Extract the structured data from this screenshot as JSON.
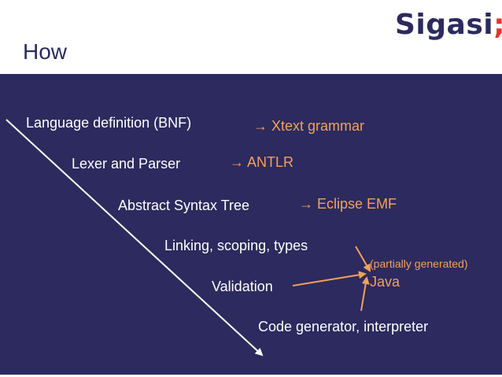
{
  "slide": {
    "title": "How",
    "logo": {
      "word": "Sigasi",
      "mark": ";"
    },
    "steps": [
      "Language definition (BNF)",
      "Lexer and Parser",
      "Abstract Syntax Tree",
      "Linking, scoping, types",
      "Validation",
      "Code generator, interpreter"
    ],
    "tools": [
      "→ Xtext grammar",
      "→ ANTLR",
      "→ Eclipse EMF"
    ],
    "java_note": "(partially generated)",
    "java_label": "Java"
  },
  "colors": {
    "panel_background": "#2c2a5e",
    "text": "#ffffff",
    "accent": "#f5a05a",
    "logo_mark": "#e5342b"
  }
}
